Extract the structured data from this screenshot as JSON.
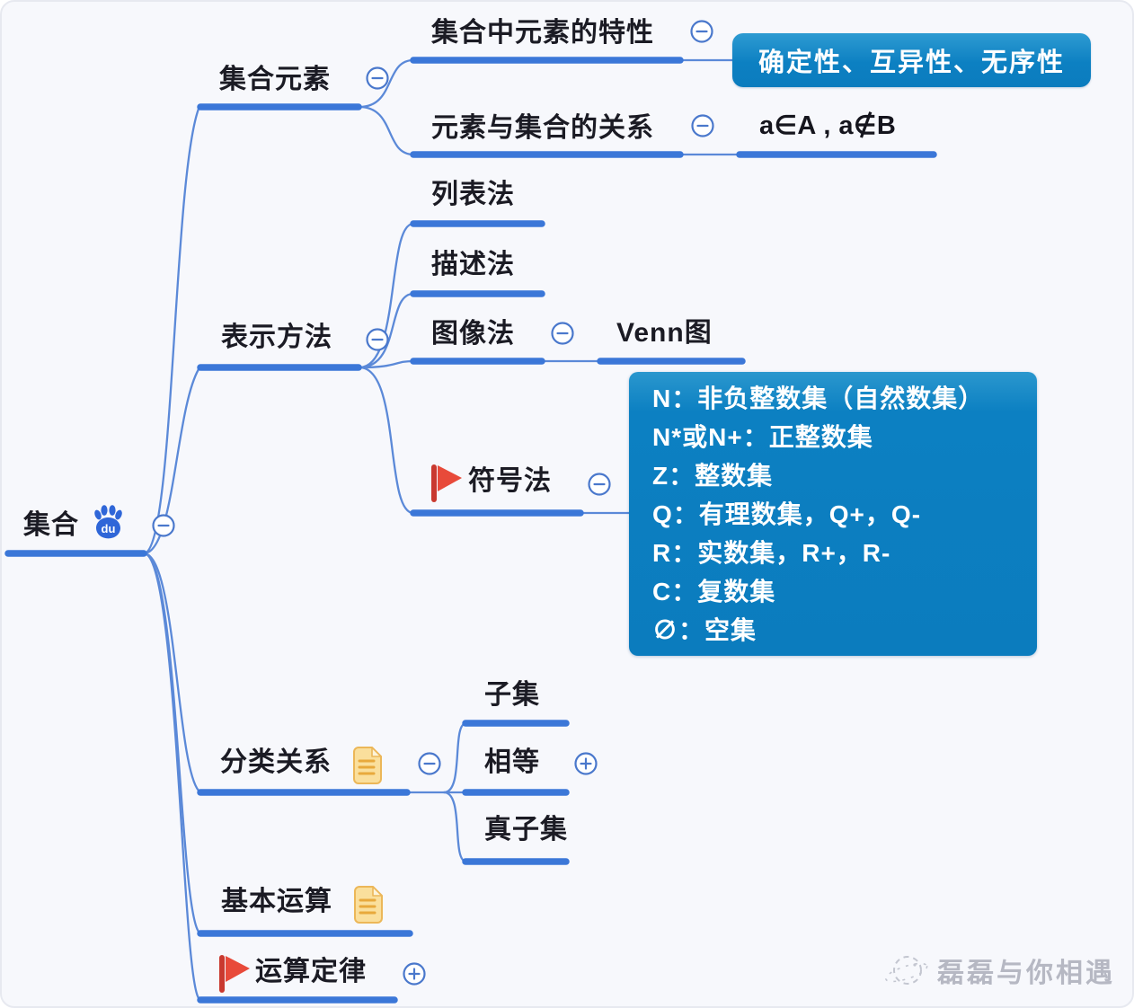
{
  "palette": {
    "branch_line": "#3b77d8",
    "thin_line": "#5b89d8",
    "toggle_stroke": "#4a78cc",
    "callout_blue": "#0c80c2",
    "flag_red": "#e84a3a",
    "note_yellow": "#fadf9c",
    "topic_text": "#1b1b24",
    "watermark_gray": "#abaeba"
  },
  "icons": {
    "root_logo": "baidu-paw-icon",
    "collapse": "minus-circle-icon",
    "expand": "plus-circle-icon",
    "flag_marker": "red-flag-icon",
    "note_marker": "note-document-icon"
  },
  "mindmap": {
    "root": {
      "label": "集合",
      "toggle": "collapse"
    },
    "branches": [
      {
        "label": "集合元素",
        "toggle": "collapse",
        "children": [
          {
            "label": "集合中元素的特性",
            "toggle": "collapse",
            "callout": "确定性、互异性、无序性"
          },
          {
            "label": "元素与集合的关系",
            "toggle": "collapse",
            "annotation": "a∈A , a∉B"
          }
        ]
      },
      {
        "label": "表示方法",
        "toggle": "collapse",
        "children": [
          {
            "label": "列表法"
          },
          {
            "label": "描述法"
          },
          {
            "label": "图像法",
            "toggle": "collapse",
            "children": [
              {
                "label": "Venn图"
              }
            ]
          },
          {
            "label": "符号法",
            "marker": "red-flag-icon",
            "toggle": "collapse",
            "callout_lines": [
              "N：非负整数集（自然数集）",
              "N*或N+：正整数集",
              "Z：整数集",
              "Q：有理数集，Q+，Q-",
              "R：实数集，R+，R-",
              "C：复数集",
              "∅：空集"
            ]
          }
        ]
      },
      {
        "label": "分类关系",
        "marker": "note-document-icon",
        "toggle": "collapse",
        "children": [
          {
            "label": "子集"
          },
          {
            "label": "相等",
            "toggle": "expand"
          },
          {
            "label": "真子集"
          }
        ]
      },
      {
        "label": "基本运算",
        "marker": "note-document-icon"
      },
      {
        "label": "运算定律",
        "marker": "red-flag-icon",
        "toggle": "expand"
      }
    ]
  },
  "watermark": {
    "label": "磊磊与你相遇"
  }
}
